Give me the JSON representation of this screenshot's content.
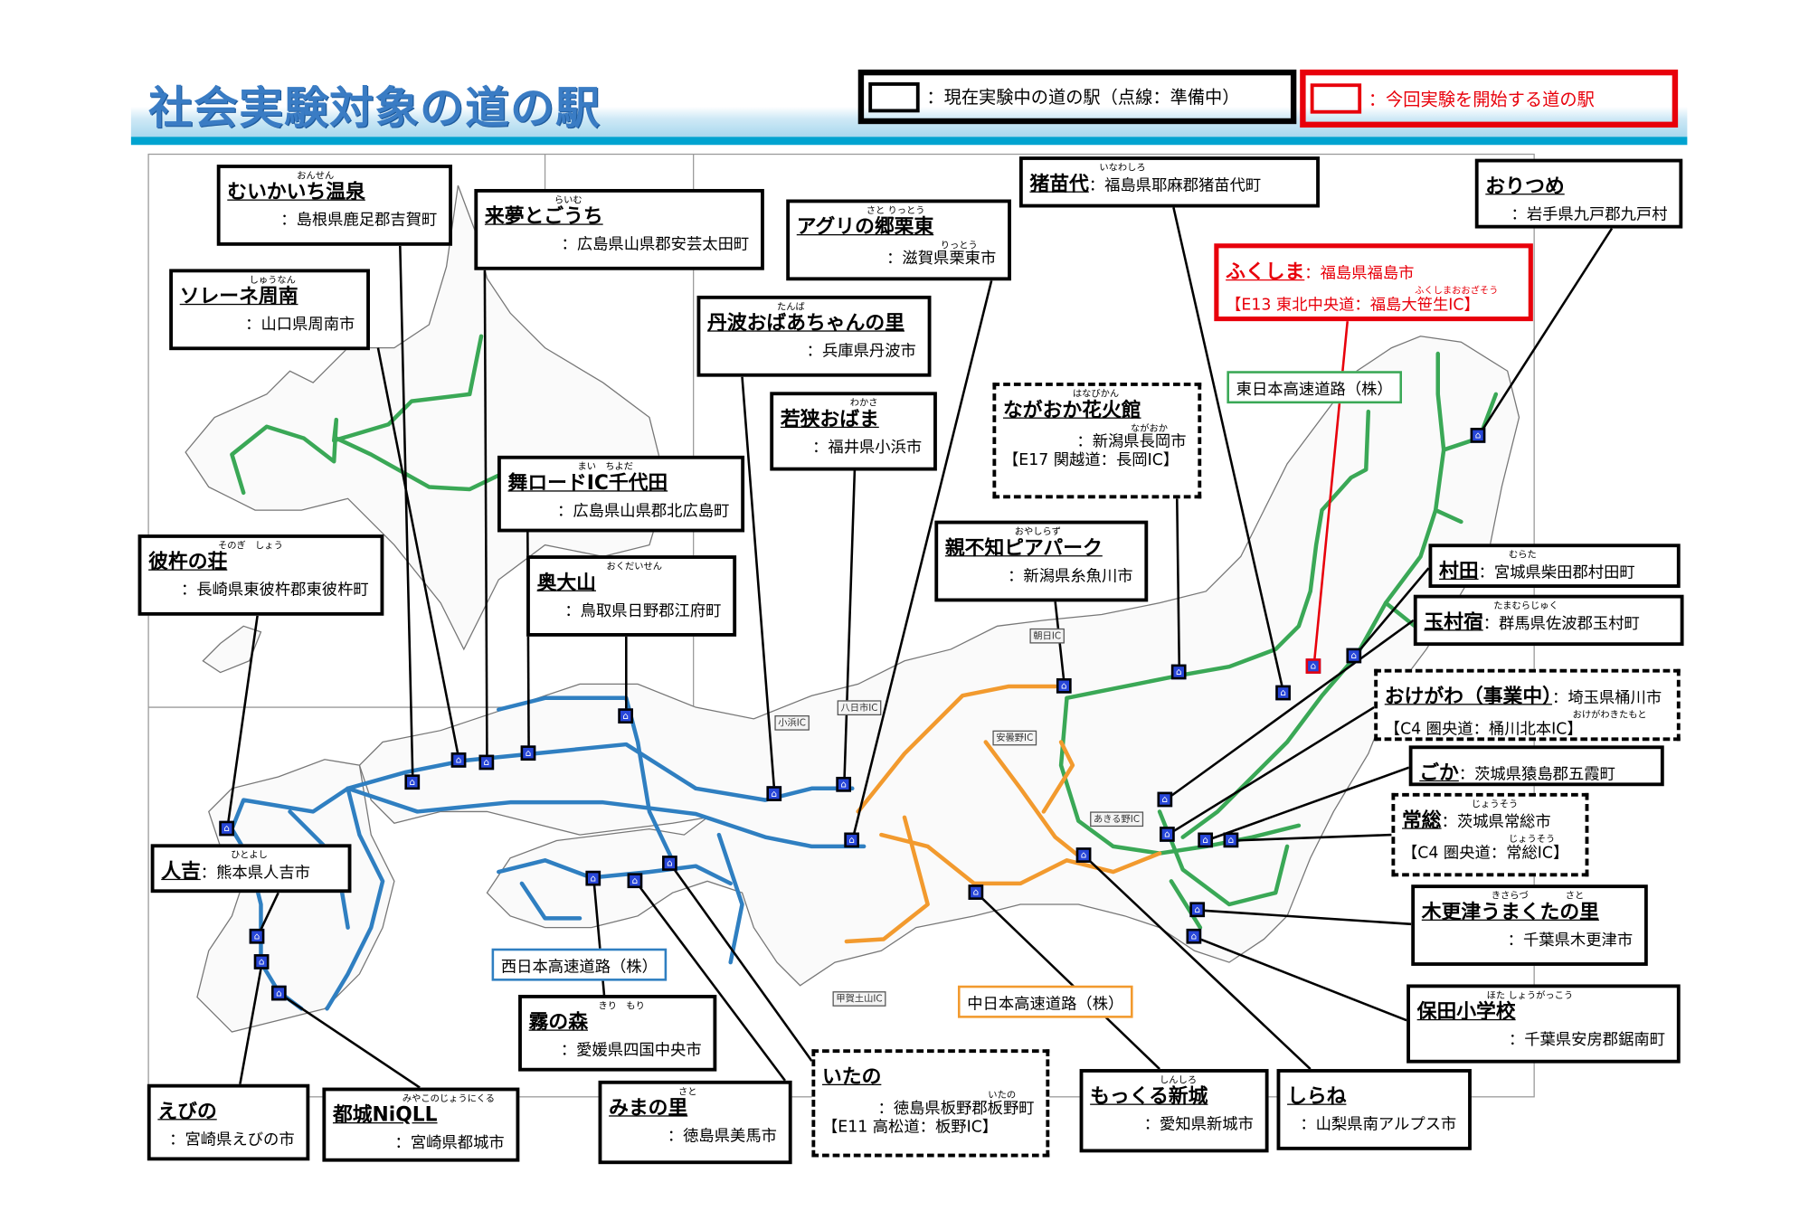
{
  "title": "社会実験対象の道の駅",
  "legend": {
    "current": "：現在実験中の道の駅（点線：準備中）",
    "new": "：今回実験を開始する道の駅"
  },
  "companies": {
    "east": "東日本高速道路（株）",
    "central": "中日本高速道路（株）",
    "west": "西日本高速道路（株）"
  },
  "colors": {
    "east": "#3aa856",
    "central": "#f29a2e",
    "west": "#2f7fc1",
    "new": "#e8000b",
    "title": "#3a7cc4"
  },
  "map_labels": [
    "八日市IC",
    "小浜IC",
    "安曇野IC",
    "朝日IC",
    "あきる野IC",
    "甲賀土山IC"
  ],
  "stations": [
    {
      "name": "むいかいち温泉",
      "ruby": "おんせん",
      "address": "：島根県鹿足郡吉賀町"
    },
    {
      "name": "来夢とごうち",
      "ruby": "らいむ",
      "address": "：広島県山県郡安芸太田町"
    },
    {
      "name": "ソレーネ周南",
      "ruby": "しゅうなん",
      "address": "：山口県周南市"
    },
    {
      "name": "アグリの郷栗東",
      "ruby": "さと りっとう",
      "address_ruby": "りっとう",
      "address": "：滋賀県栗東市"
    },
    {
      "name": "丹波おばあちゃんの里",
      "ruby": "たんば",
      "address": "：兵庫県丹波市"
    },
    {
      "name": "若狭おばま",
      "ruby": "わかさ",
      "address": "：福井県小浜市"
    },
    {
      "name": "猪苗代",
      "ruby": "いなわしろ",
      "address": "：福島県耶麻郡猪苗代町"
    },
    {
      "name": "おりつめ",
      "address": "：岩手県九戸郡九戸村"
    },
    {
      "name": "ふくしま",
      "address": "：福島県福島市",
      "address_ruby": "ふくしまおおざそう",
      "ic": "【E13 東北中央道：福島大笹生IC】",
      "status": "new"
    },
    {
      "name": "ながおか花火館",
      "ruby": "はなびかん",
      "address": "：新潟県長岡市",
      "address_ruby": "ながおか",
      "ic": "【E17 関越道：長岡IC】",
      "status": "preparing"
    },
    {
      "name": "舞ロードIC千代田",
      "ruby": "まい　ちよだ",
      "address": "：広島県山県郡北広島町"
    },
    {
      "name": "奥大山",
      "ruby": "おくだいせん",
      "address": "：鳥取県日野郡江府町"
    },
    {
      "name": "彼杵の荘",
      "ruby": "そのぎ　しょう",
      "address": "：長崎県東彼杵郡東彼杵町"
    },
    {
      "name": "親不知ピアパーク",
      "ruby": "おやしらず",
      "address": "：新潟県糸魚川市"
    },
    {
      "name": "村田",
      "ruby": "むらた",
      "address": "：宮城県柴田郡村田町"
    },
    {
      "name": "玉村宿",
      "ruby": "たまむらじゅく",
      "address": "：群馬県佐波郡玉村町"
    },
    {
      "name": "おけがわ（事業中）",
      "address": "：埼玉県桶川市",
      "address_ruby": "おけがわきたもと",
      "ic": "【C4 圏央道：桶川北本IC】",
      "status": "preparing"
    },
    {
      "name": "ごか",
      "address": "：茨城県猿島郡五霞町"
    },
    {
      "name": "常総",
      "ruby": "じょうそう",
      "address": "：茨城県常総市",
      "address_ruby": "じょうそう",
      "ic": "【C4 圏央道：常総IC】",
      "status": "preparing"
    },
    {
      "name": "木更津うまくたの里",
      "ruby": "きさらづ　　　　さと",
      "address": "：千葉県木更津市"
    },
    {
      "name": "保田小学校",
      "ruby": "ほた しょうがっこう",
      "address": "：千葉県安房郡鋸南町"
    },
    {
      "name": "人吉",
      "ruby": "ひとよし",
      "address": "：熊本県人吉市"
    },
    {
      "name": "えびの",
      "address": "：宮崎県えびの市"
    },
    {
      "name": "都城NiQLL",
      "ruby": "みやこのじょうにくる",
      "address": "：宮崎県都城市"
    },
    {
      "name": "霧の森",
      "ruby": "きり　もり",
      "address": "：愛媛県四国中央市"
    },
    {
      "name": "みまの里",
      "ruby": "さと",
      "address": "：徳島県美馬市"
    },
    {
      "name": "いたの",
      "address": "：徳島県板野郡板野町",
      "address_ruby": "いたの",
      "ic": "【E11 高松道：板野IC】",
      "status": "preparing"
    },
    {
      "name": "もっくる新城",
      "ruby": "しんしろ",
      "address": "：愛知県新城市"
    },
    {
      "name": "しらね",
      "address": "：山梨県南アルプス市"
    }
  ]
}
